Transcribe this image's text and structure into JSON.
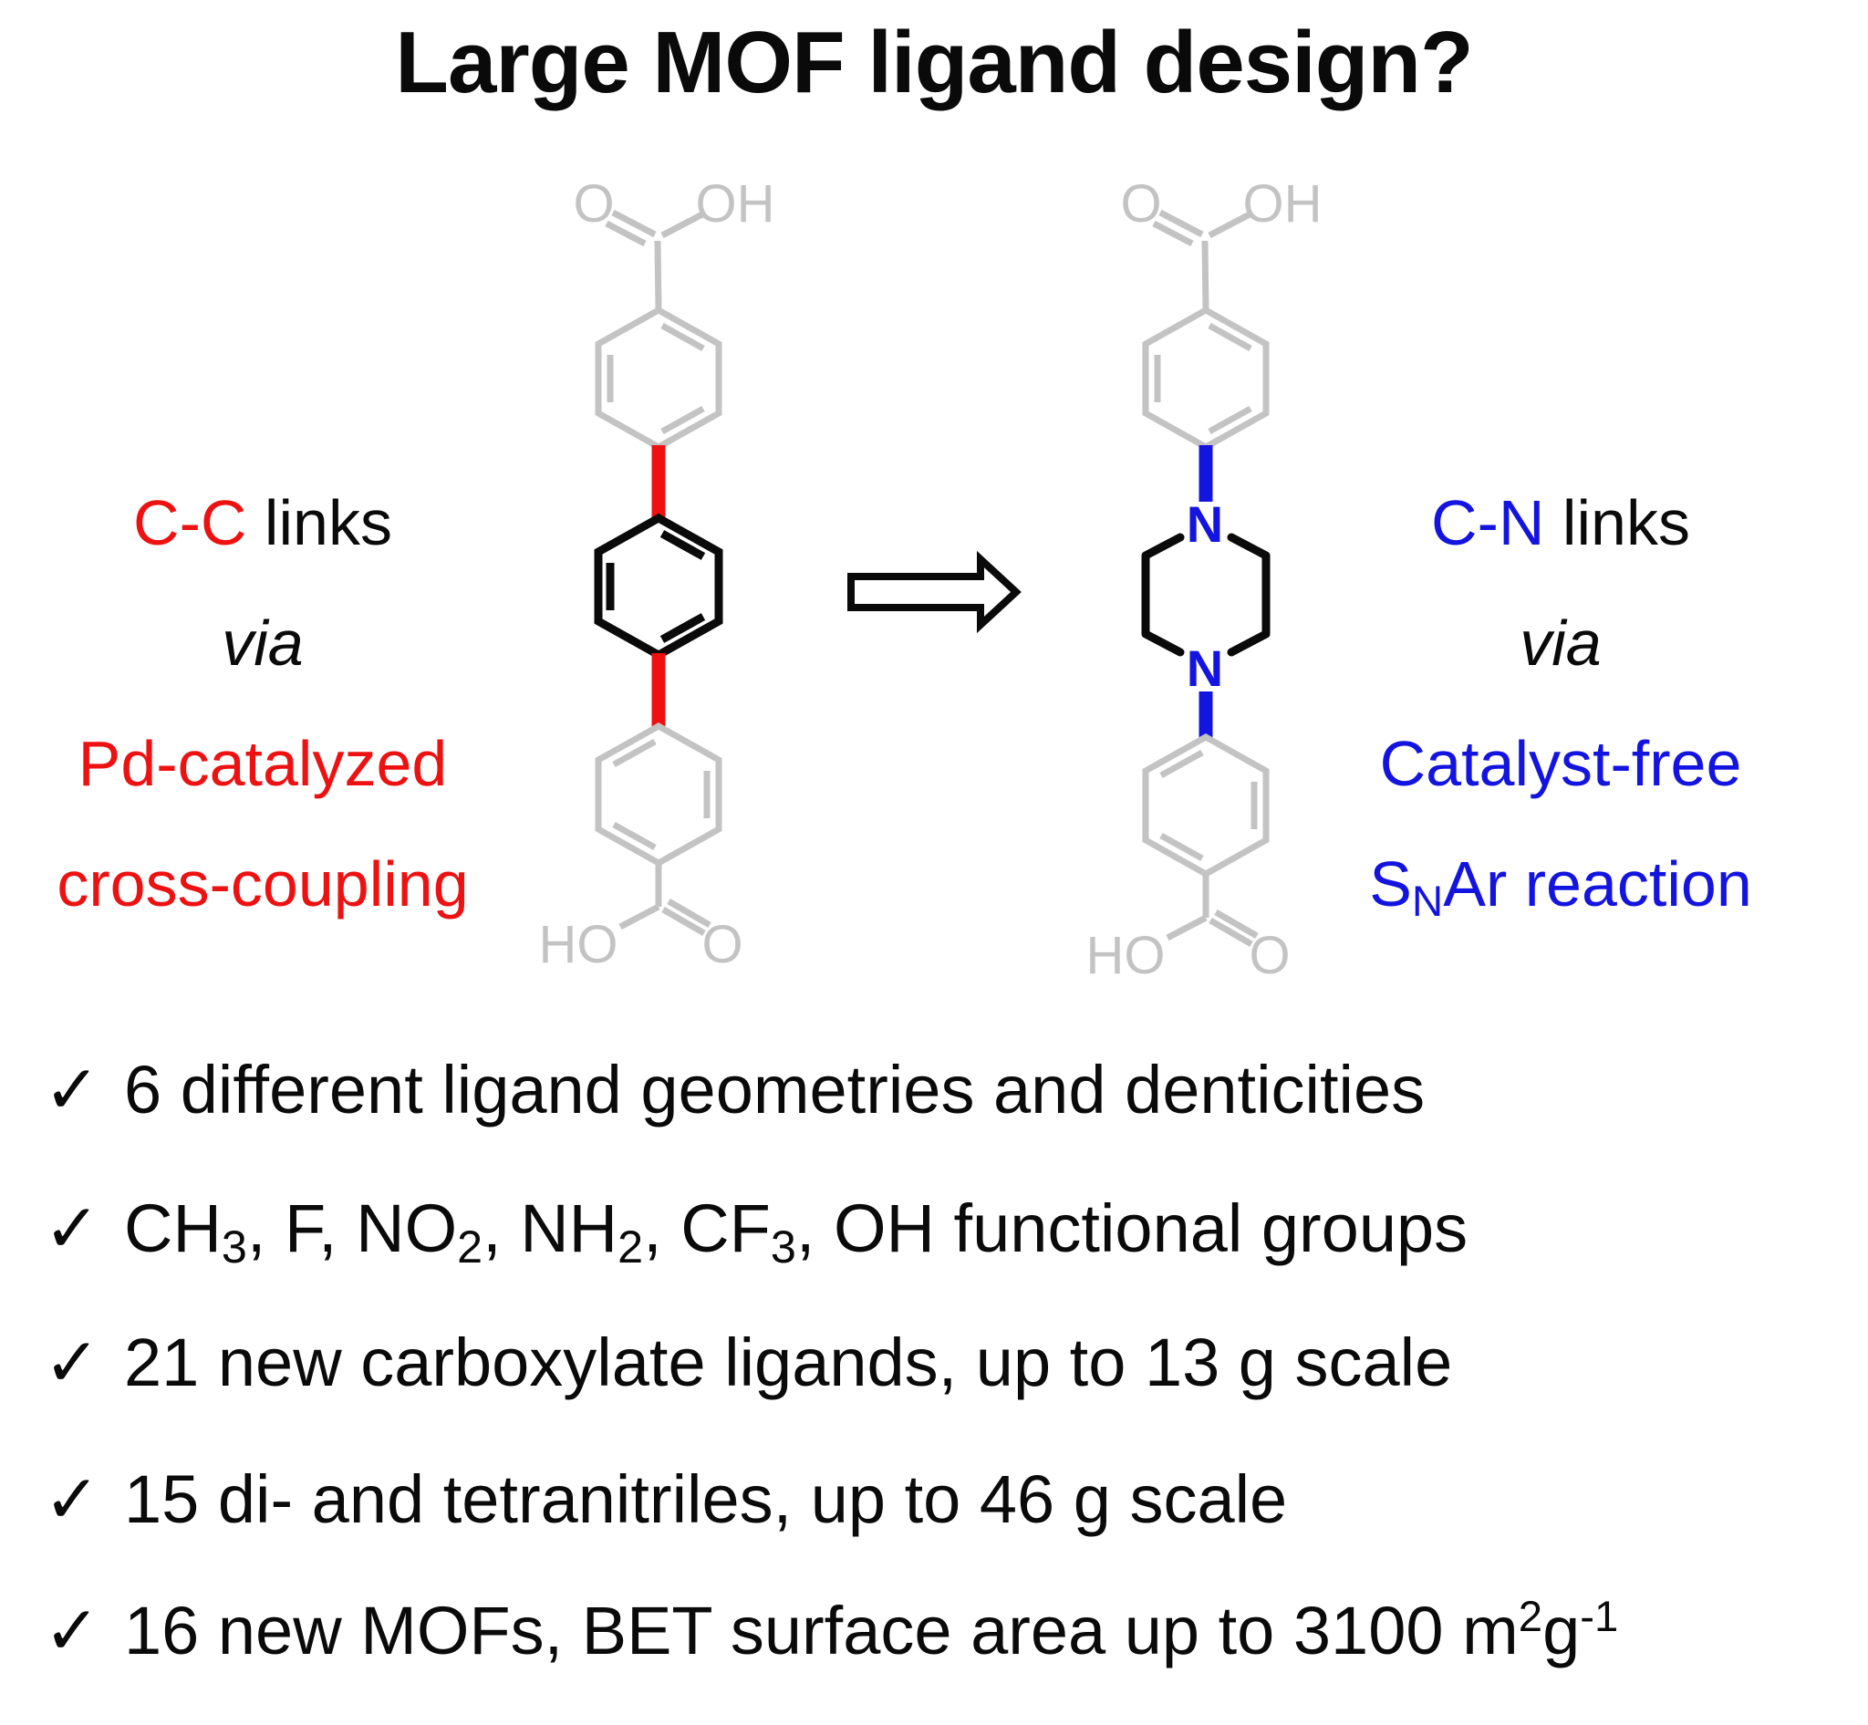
{
  "title": "Large MOF ligand design?",
  "colors": {
    "red": "#ee1111",
    "blue": "#1414e0",
    "gray": "#c3c3c3",
    "black": "#0a0a0a"
  },
  "left_label": {
    "line1": [
      {
        "t": "C-C",
        "c": "red"
      },
      {
        "t": " links"
      }
    ],
    "line2": [
      {
        "t": "via",
        "i": true
      }
    ],
    "line3": [
      {
        "t": "Pd-catalyzed",
        "c": "red"
      }
    ],
    "line4": [
      {
        "t": "cross-coupling",
        "c": "red"
      }
    ]
  },
  "right_label": {
    "line1": [
      {
        "t": "C-N",
        "c": "blue"
      },
      {
        "t": " links"
      }
    ],
    "line2": [
      {
        "t": "via",
        "i": true
      }
    ],
    "line3": [
      {
        "t": "Catalyst-free",
        "c": "blue"
      }
    ],
    "line4": [
      {
        "t": "S",
        "c": "blue"
      },
      {
        "t": "N",
        "c": "blue",
        "sub": true
      },
      {
        "t": "Ar reaction",
        "c": "blue"
      }
    ]
  },
  "molecules": {
    "left": {
      "top_o": "O",
      "top_oh": "OH",
      "bottom_ho": "HO",
      "bottom_o": "O"
    },
    "right": {
      "top_o": "O",
      "top_oh": "OH",
      "n_top": "N",
      "n_bottom": "N",
      "bottom_ho": "HO",
      "bottom_o": "O"
    }
  },
  "checklist": [
    {
      "check": "✓",
      "segments": [
        {
          "t": "6 different ligand geometries and denticities"
        }
      ]
    },
    {
      "check": "✓",
      "segments": [
        {
          "t": "CH"
        },
        {
          "t": "3",
          "sub": true
        },
        {
          "t": ", F, NO"
        },
        {
          "t": "2",
          "sub": true
        },
        {
          "t": ", NH"
        },
        {
          "t": "2",
          "sub": true
        },
        {
          "t": ", CF"
        },
        {
          "t": "3",
          "sub": true
        },
        {
          "t": ", OH functional groups"
        }
      ]
    },
    {
      "check": "✓",
      "segments": [
        {
          "t": "21 new carboxylate ligands, up to 13 g scale"
        }
      ]
    },
    {
      "check": "✓",
      "segments": [
        {
          "t": "15 di- and tetranitriles, up to 46 g scale"
        }
      ]
    },
    {
      "check": "✓",
      "segments": [
        {
          "t": "16 new MOFs, BET surface area up to 3100 m"
        },
        {
          "t": "2",
          "sup": true
        },
        {
          "t": "g"
        },
        {
          "t": "-1",
          "sup": true
        }
      ]
    }
  ]
}
